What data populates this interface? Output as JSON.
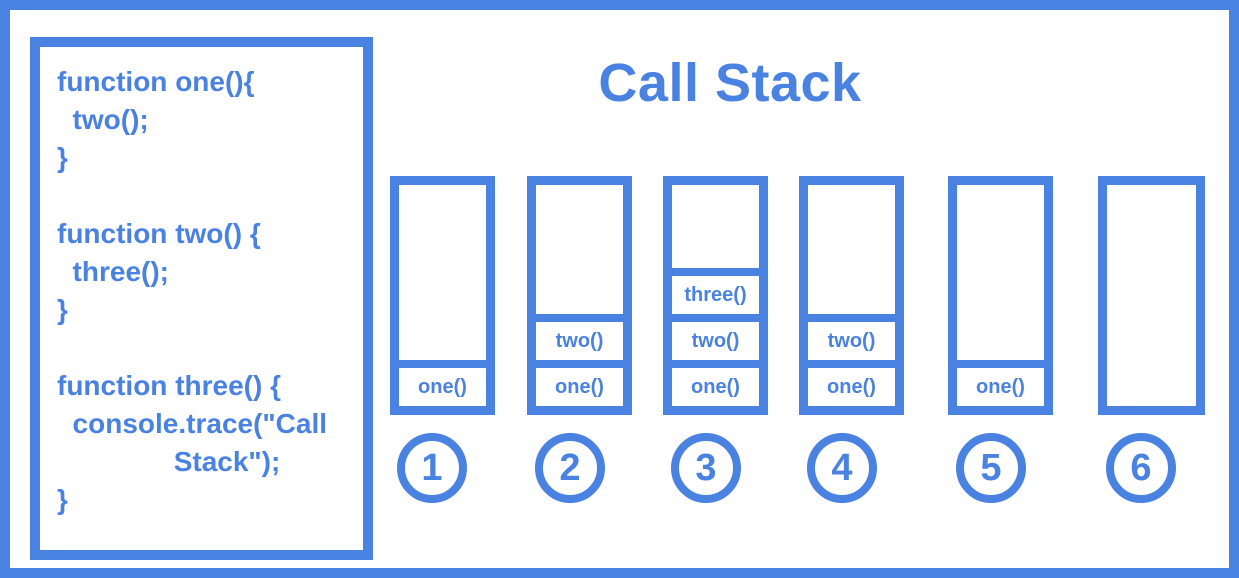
{
  "title": "Call Stack",
  "code": {
    "lines": [
      "function one(){",
      "  two();",
      "}",
      "",
      "function two() {",
      "  three();",
      "}",
      "",
      "function three() {",
      "  console.trace(\"Call",
      "               Stack\");",
      "}"
    ]
  },
  "stacks": [
    {
      "label": "1",
      "frames": [
        "one()"
      ]
    },
    {
      "label": "2",
      "frames": [
        "two()",
        "one()"
      ]
    },
    {
      "label": "3",
      "frames": [
        "three()",
        "two()",
        "one()"
      ]
    },
    {
      "label": "4",
      "frames": [
        "two()",
        "one()"
      ]
    },
    {
      "label": "5",
      "frames": [
        "one()"
      ]
    },
    {
      "label": "6",
      "frames": []
    }
  ],
  "colors": {
    "accent_blue": "#4a82e2",
    "background": "#ffffff"
  }
}
